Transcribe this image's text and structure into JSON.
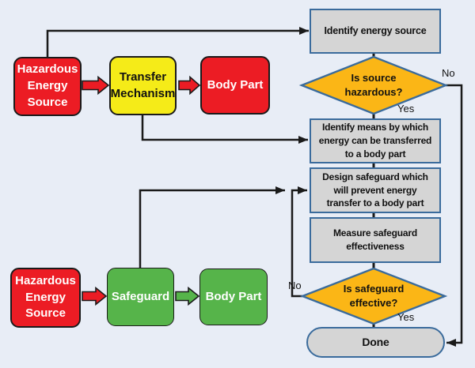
{
  "colors": {
    "background": "#E8EDF6",
    "red": "#EC1C24",
    "yellow": "#F5EB18",
    "green": "#56B44A",
    "gray": "#D5D5D5",
    "orange": "#FBB616",
    "blue-border": "#3A6B9C",
    "line": "#1A1A1A",
    "text-light": "#FFFFFF",
    "text-dark": "#111111"
  },
  "model_top": {
    "hazard": "Hazardous\nEnergy\nSource",
    "transfer": "Transfer\nMechanism",
    "body": "Body Part"
  },
  "model_bottom": {
    "hazard": "Hazardous\nEnergy\nSource",
    "safeguard": "Safeguard",
    "body": "Body Part"
  },
  "flowchart": {
    "step_identify_source": "Identify energy source",
    "decision_source_hazardous": "Is source\nhazardous?",
    "step_identify_means": "Identify means by which\nenergy can be transferred\nto a body part",
    "step_design_safeguard": "Design safeguard which\nwill prevent energy\ntransfer to a body part",
    "step_measure": "Measure safeguard\neffectiveness",
    "decision_safeguard_effective": "Is safeguard\neffective?",
    "terminal_done": "Done",
    "label_no_1": "No",
    "label_yes_1": "Yes",
    "label_no_2": "No",
    "label_yes_2": "Yes"
  }
}
